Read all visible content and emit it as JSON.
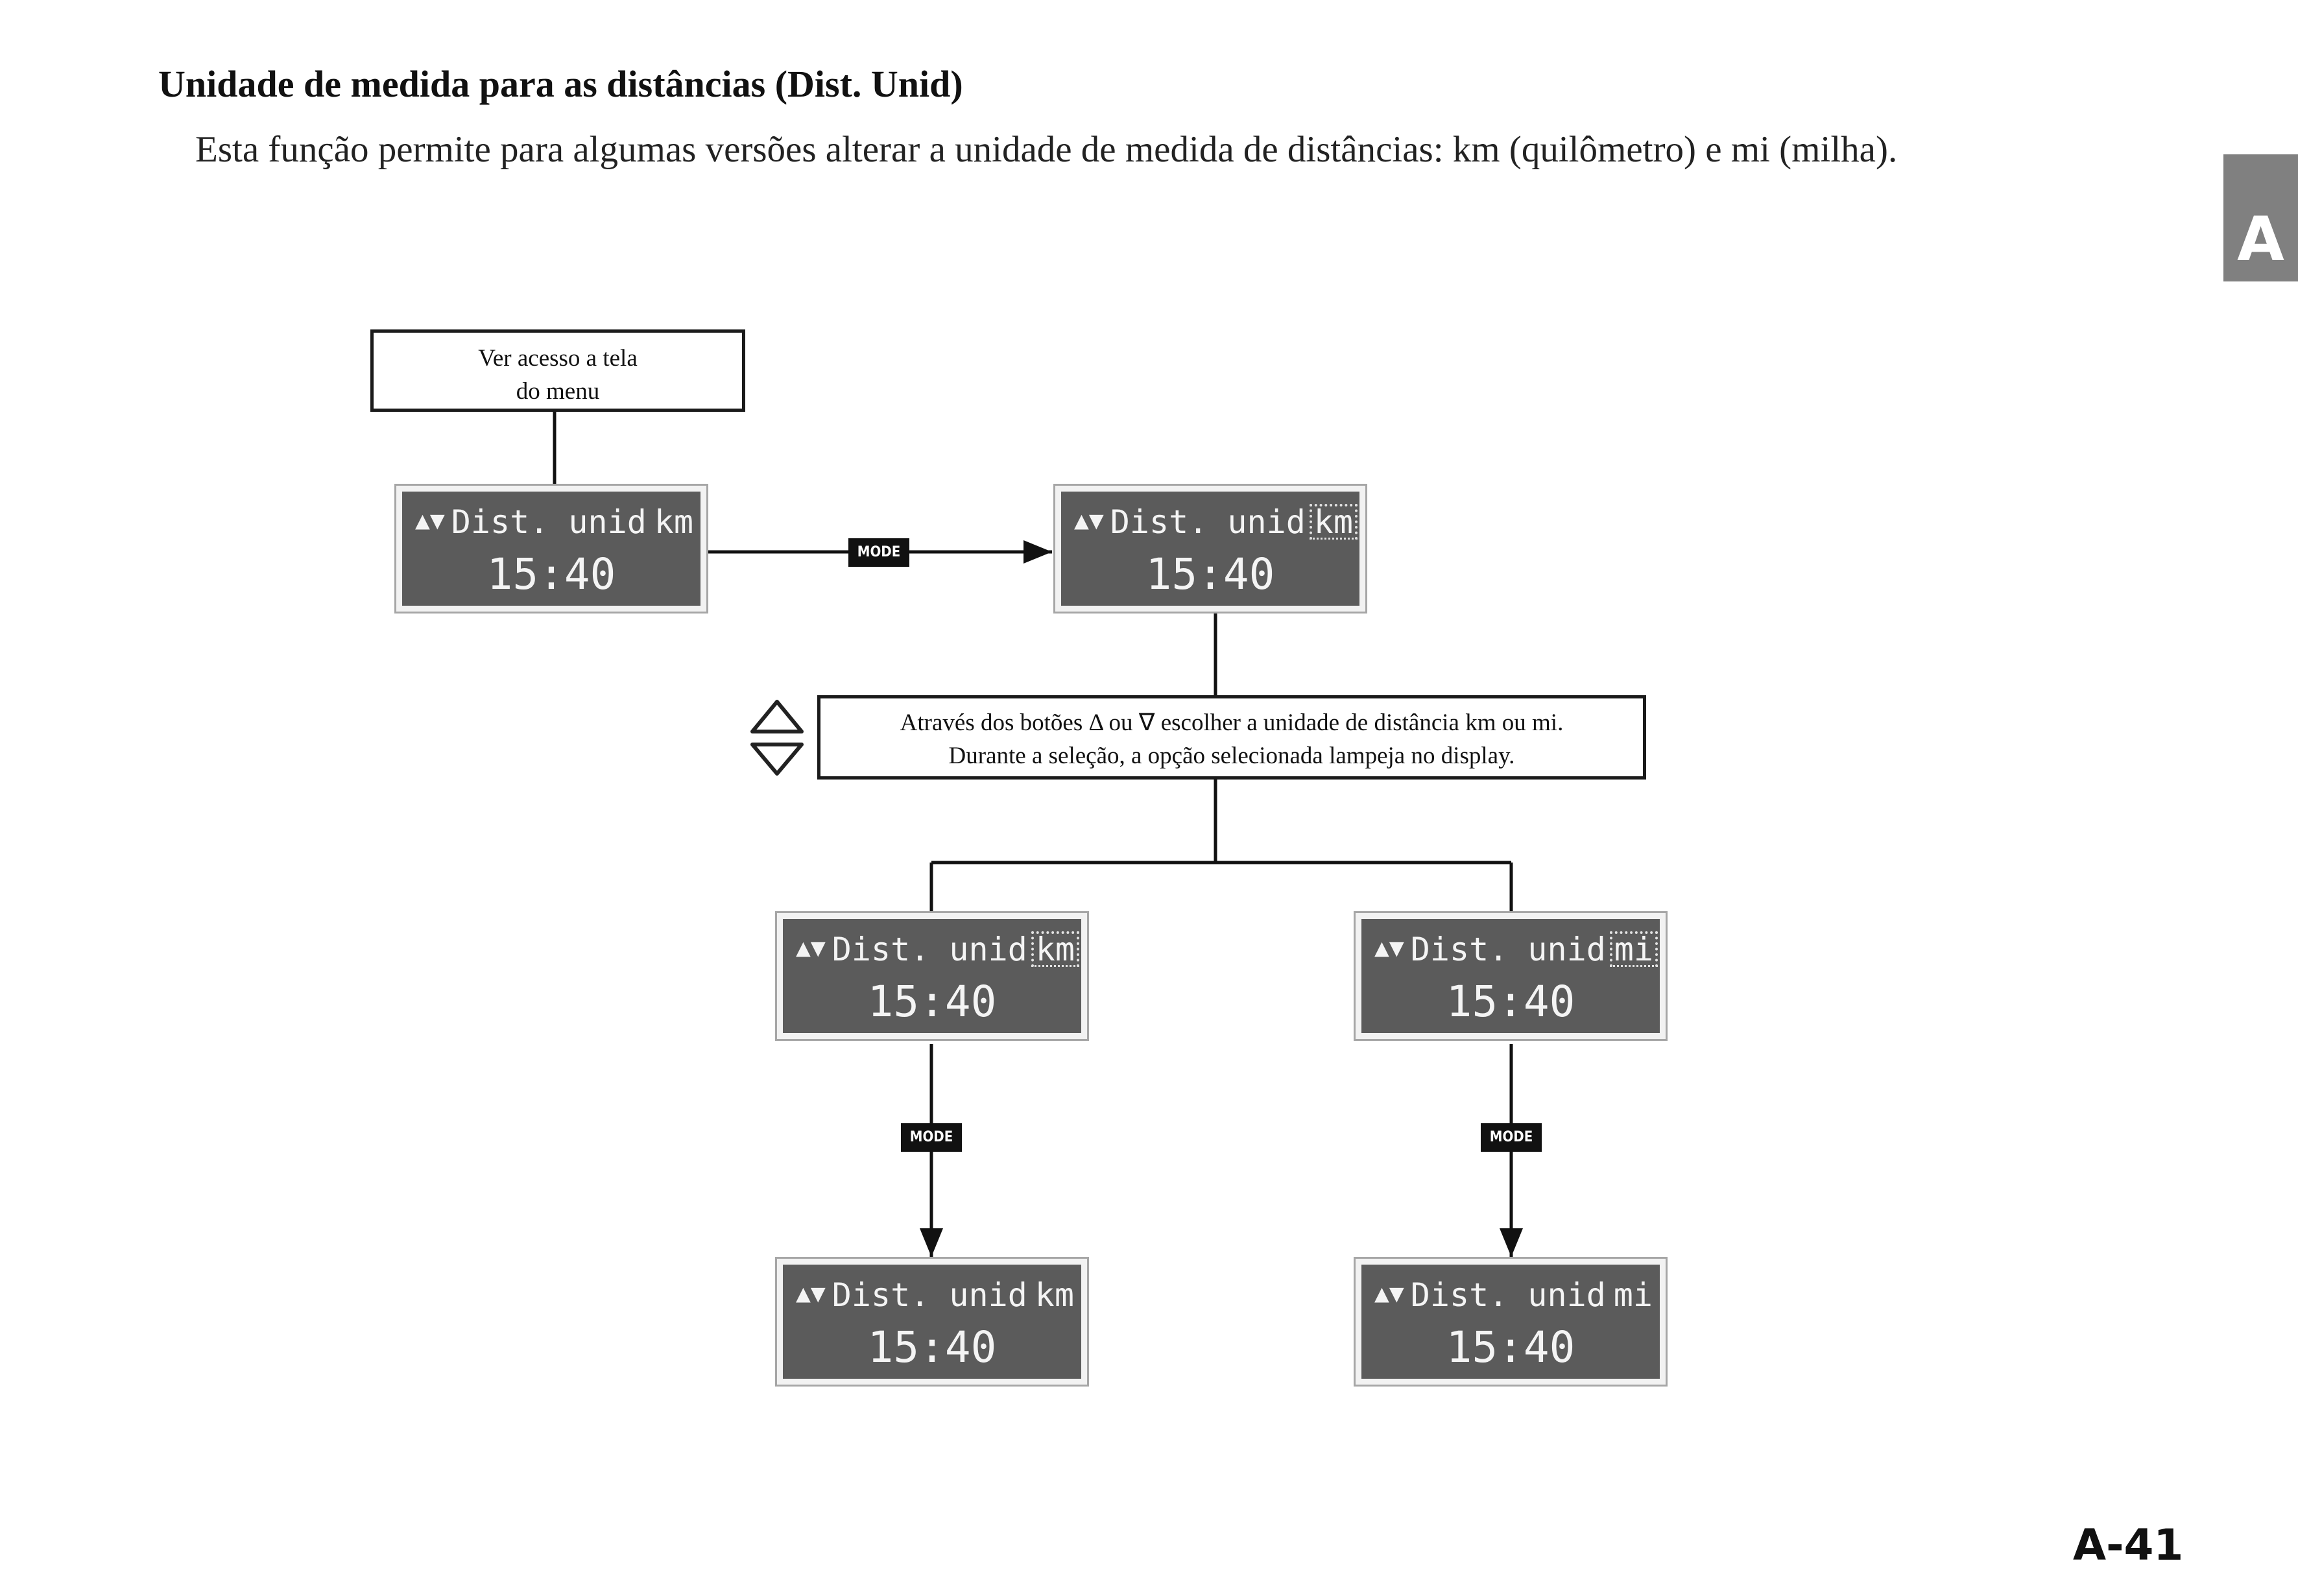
{
  "page": {
    "heading": "Unidade de medida para as distâncias (Dist. Unid)",
    "intro": "Esta função permite para algumas versões alterar a unidade de medida de distâncias: km (quilômetro) e mi (milha).",
    "section_tab": "A",
    "page_number": "A-41"
  },
  "diagram": {
    "start_box": {
      "line1": "Ver acesso a tela",
      "line2": "do menu"
    },
    "instruction_box": {
      "line1": "Através dos botões Δ ou ∇ escolher a unidade de distância km ou mi.",
      "line2": "Durante a seleção, a opção selecionada lampeja no display."
    },
    "mode_label": "MODE",
    "up_down_symbol": "▲▼",
    "displays": [
      {
        "id": "initial",
        "label": "Dist. unid",
        "unit": "km",
        "unit_blinking": false,
        "time": "15:40"
      },
      {
        "id": "selecting",
        "label": "Dist. unid",
        "unit": "km",
        "unit_blinking": true,
        "time": "15:40"
      },
      {
        "id": "option-km",
        "label": "Dist. unid",
        "unit": "km",
        "unit_blinking": true,
        "time": "15:40"
      },
      {
        "id": "option-mi",
        "label": "Dist. unid",
        "unit": "mi",
        "unit_blinking": true,
        "time": "15:40"
      },
      {
        "id": "result-km",
        "label": "Dist. unid",
        "unit": "km",
        "unit_blinking": false,
        "time": "15:40"
      },
      {
        "id": "result-mi",
        "label": "Dist. unid",
        "unit": "mi",
        "unit_blinking": false,
        "time": "15:40"
      }
    ]
  }
}
